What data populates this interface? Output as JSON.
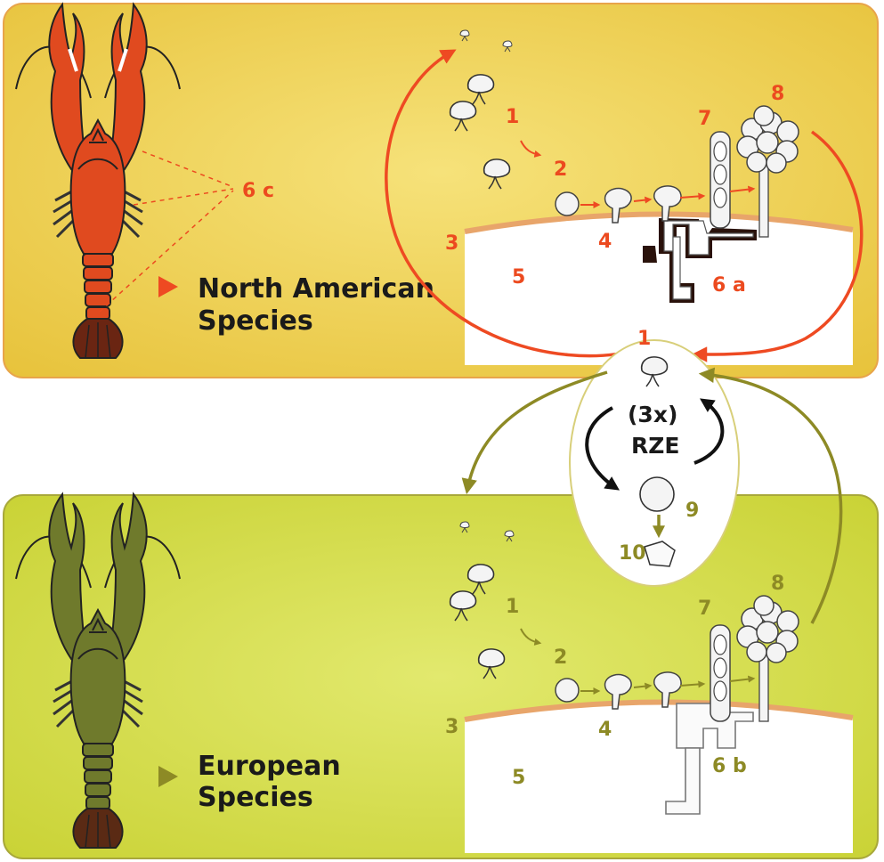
{
  "colors": {
    "na_panel": "#f0cd3a",
    "eu_panel": "#d3db3b",
    "na_arrow": "#ee4a22",
    "eu_arrow": "#8d8a25",
    "na_label": "#ec4a1f",
    "eu_label": "#8d8a25",
    "cuticle": "#e8a56a",
    "crayfish_na": "#e04a1f",
    "crayfish_eu": "#6f7a2c",
    "melanin": "#3a1c12"
  },
  "north_american": {
    "title_line1": "North American",
    "title_line2": "Species",
    "labels": {
      "n1": "1",
      "n2": "2",
      "n3": "3",
      "n4": "4",
      "n5": "5",
      "n6": "6 a",
      "n7": "7",
      "n8": "8",
      "n6c": "6 c"
    }
  },
  "european": {
    "title_line1": "European",
    "title_line2": "Species",
    "labels": {
      "n1": "1",
      "n2": "2",
      "n3": "3",
      "n4": "4",
      "n5": "5",
      "n6": "6 b",
      "n7": "7",
      "n8": "8"
    }
  },
  "center": {
    "n1": "1",
    "repeat": "(3x)",
    "rze": "RZE",
    "n9": "9",
    "n10": "10"
  }
}
